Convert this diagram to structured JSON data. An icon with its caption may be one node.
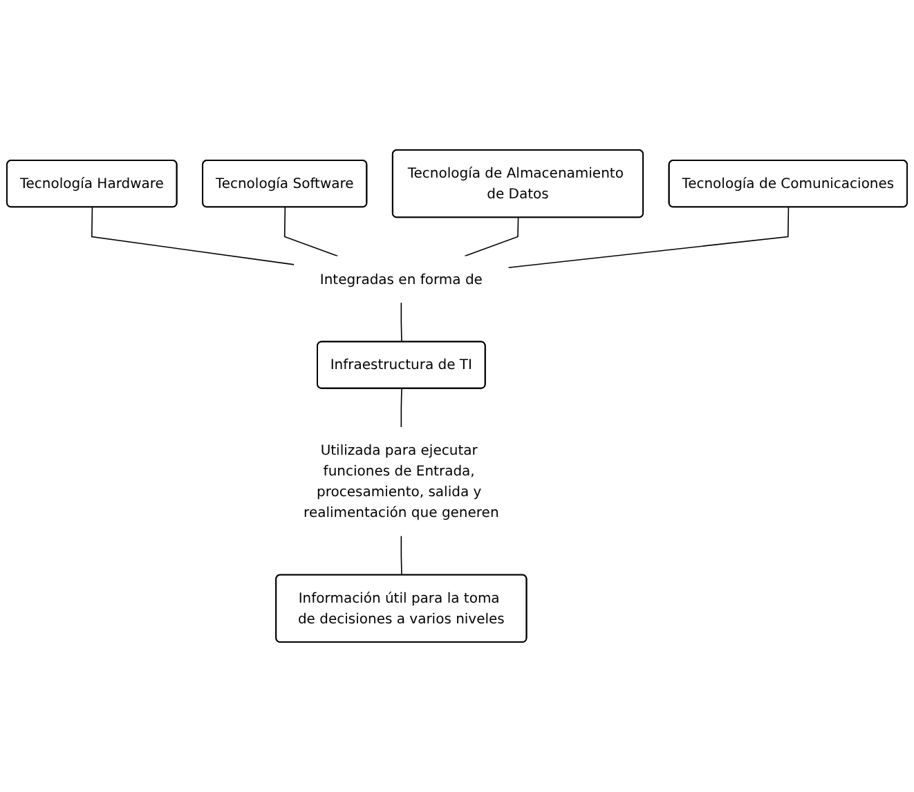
{
  "diagram": {
    "nodes": [
      {
        "text": [
          "Tecnología Hardware"
        ]
      },
      {
        "text": [
          "Tecnología Software"
        ]
      },
      {
        "text": [
          "Tecnología de Almacenamiento de Datos"
        ]
      },
      {
        "text": [
          "Tecnología de Comunicaciones"
        ]
      },
      {
        "text": [
          "Integradas en forma de"
        ]
      },
      {
        "text": [
          "Infraestructura de TI"
        ]
      },
      {
        "text": [
          "Utilizada para ejecutar funciones de Entrada, procesamiento, salida y realimentación que generen"
        ]
      },
      {
        "text": [
          "Información útil para la toma de decisiones a varios niveles"
        ]
      }
    ],
    "edges": [
      {
        "from": 0,
        "to": 4,
        "arrow": "none"
      },
      {
        "from": 1,
        "to": 4,
        "arrow": "none"
      },
      {
        "from": 2,
        "to": 4,
        "arrow": "none"
      },
      {
        "from": 3,
        "to": 4,
        "arrow": "none"
      },
      {
        "from": 4,
        "to": 5,
        "arrow": "none"
      },
      {
        "from": 5,
        "to": 6,
        "arrow": "none"
      },
      {
        "from": 6,
        "to": 7,
        "arrow": "none"
      }
    ]
  }
}
